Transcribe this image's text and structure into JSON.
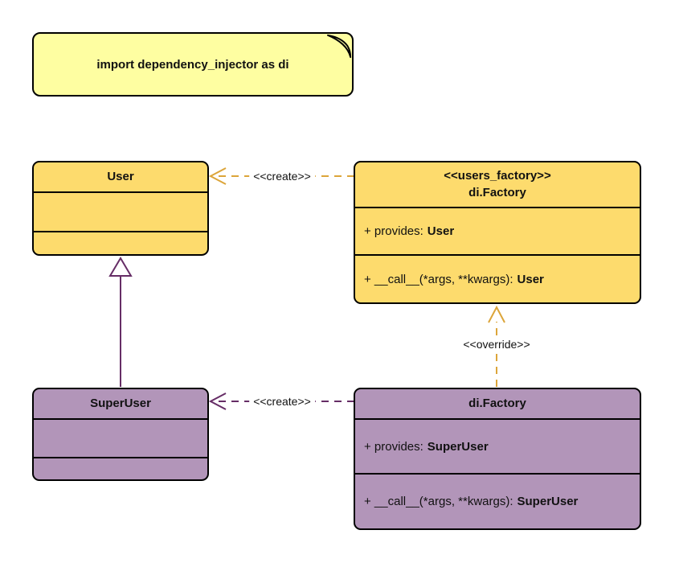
{
  "note": {
    "text": "import dependency_injector as di"
  },
  "classes": {
    "user": {
      "title": "User"
    },
    "users_factory": {
      "stereotype": "<<users_factory>>",
      "title": "di.Factory",
      "attribute_label": "+ provides:",
      "attribute_type": "User",
      "method_label": "+ __call__(*args, **kwargs):",
      "method_type": "User"
    },
    "super_user": {
      "title": "SuperUser"
    },
    "super_user_factory": {
      "title": "di.Factory",
      "attribute_label": "+ provides:",
      "attribute_type": "SuperUser",
      "method_label": "+ __call__(*args, **kwargs):",
      "method_type": "SuperUser"
    }
  },
  "relations": {
    "user_create_label": "<<create>>",
    "super_user_create_label": "<<create>>",
    "override_label": "<<override>>"
  },
  "colors": {
    "class_yellow_fill": "#FDDB6D",
    "class_purple_fill": "#B295B9",
    "note_fill": "#FEFEA1",
    "note_fold_fill": "#DBDB8D",
    "gold_line": "#DCA53A",
    "purple_line": "#662D66",
    "border": "#000000"
  }
}
